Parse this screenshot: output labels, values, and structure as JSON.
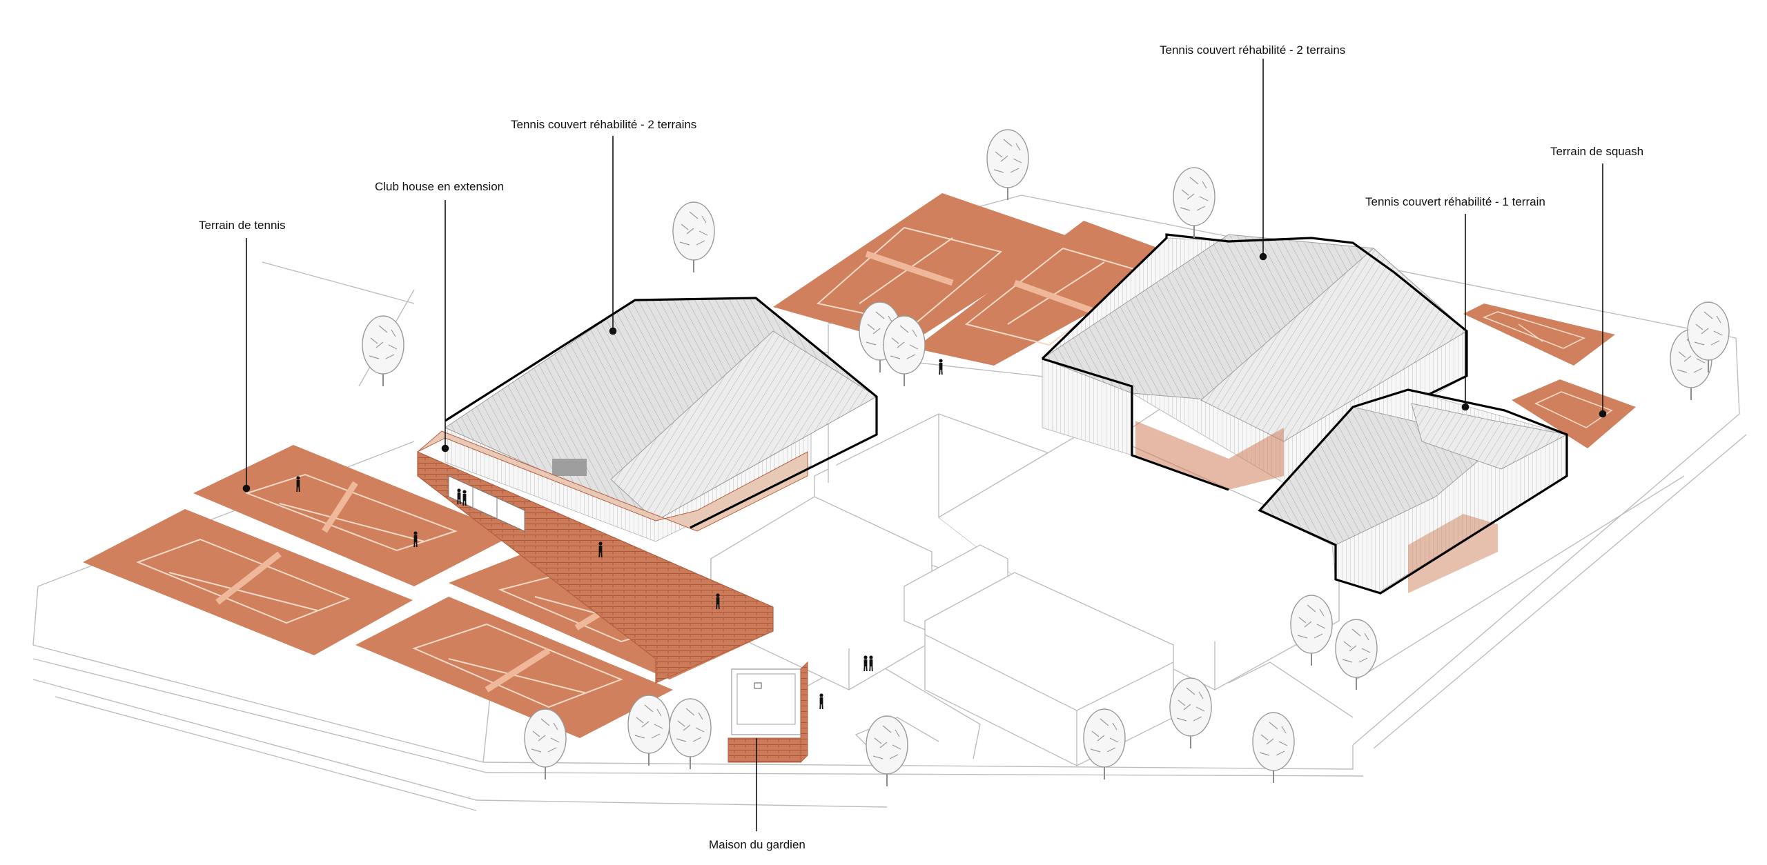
{
  "colors": {
    "clay": "#d0805c",
    "court_line": "#f3d9c8",
    "outline": "#000000",
    "thin_line": "#bdbdbd",
    "roof": "#d9d9d9",
    "brick": "#cc7a57",
    "tree": "#9a9a9a"
  },
  "labels": {
    "terrain_tennis": "Terrain de tennis",
    "club_house": "Club house en extension",
    "tennis_couvert_left": "Tennis couvert réhabilité - 2 terrains",
    "tennis_couvert_right": "Tennis couvert réhabilité - 2 terrains",
    "tennis_couvert_one": "Tennis couvert réhabilité - 1 terrain",
    "terrain_squash": "Terrain de squash",
    "maison_gardien": "Maison du gardien"
  },
  "icons": {
    "tree": "tree-icon",
    "person": "person-icon",
    "leader_dot": "leader-dot-icon"
  }
}
